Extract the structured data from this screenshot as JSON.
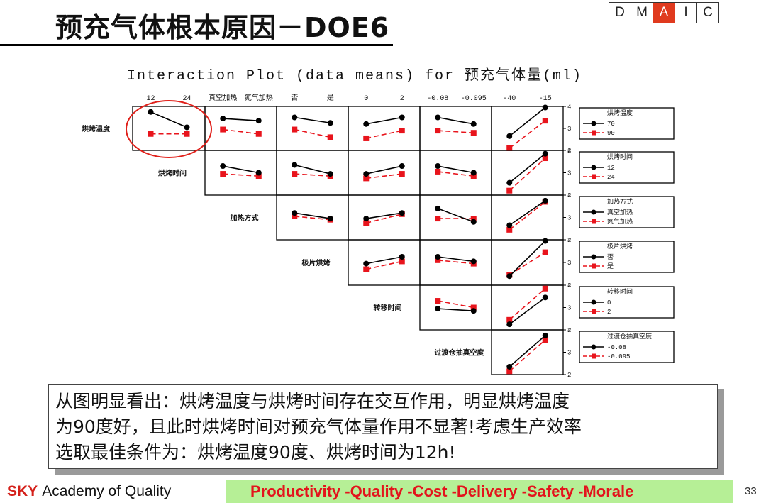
{
  "title": "预充气体根本原因－DOE6",
  "dmaic": {
    "letters": [
      "D",
      "M",
      "A",
      "I",
      "C"
    ],
    "active": "A"
  },
  "plot": {
    "title": "Interaction Plot (data means) for 预充气体量(ml)",
    "factors": [
      {
        "name": "烘烤温度",
        "levels": [
          "70",
          "90"
        ],
        "legend_title": "烘烤温度"
      },
      {
        "name": "烘烤时间",
        "levels": [
          "12",
          "24"
        ],
        "legend_title": "烘烤时间"
      },
      {
        "name": "加热方式",
        "levels": [
          "真空加热",
          "氮气加热"
        ],
        "legend_title": "加热方式"
      },
      {
        "name": "极片烘烤",
        "levels": [
          "否",
          "是"
        ],
        "legend_title": "极片烘烤"
      },
      {
        "name": "转移时间",
        "levels": [
          "0",
          "2"
        ],
        "legend_title": "转移时间"
      },
      {
        "name": "过渡仓抽真空度",
        "levels": [
          "-0.08",
          "-0.095"
        ],
        "legend_title": "过渡仓抽真空度"
      }
    ],
    "top_levels": [
      [
        "12",
        "24"
      ],
      [
        "真空加热",
        "氮气加热"
      ],
      [
        "否",
        "是"
      ],
      [
        "0",
        "2"
      ],
      [
        "-0.08",
        "-0.095"
      ],
      [
        "-40",
        "-15"
      ]
    ],
    "y_ticks": [
      "2",
      "3",
      "4"
    ],
    "series_colors": [
      "#000000",
      "#e8141c"
    ],
    "highlight": "烘烤温度 × 烘烤时间",
    "panels": [
      {
        "row": 0,
        "col": 0,
        "a": [
          3.75,
          3.05
        ],
        "b": [
          2.75,
          2.75
        ]
      },
      {
        "row": 0,
        "col": 1,
        "a": [
          3.45,
          3.35
        ],
        "b": [
          2.95,
          2.75
        ]
      },
      {
        "row": 0,
        "col": 2,
        "a": [
          3.5,
          3.25
        ],
        "b": [
          2.95,
          2.6
        ]
      },
      {
        "row": 0,
        "col": 3,
        "a": [
          3.2,
          3.5
        ],
        "b": [
          2.55,
          2.9
        ]
      },
      {
        "row": 0,
        "col": 4,
        "a": [
          3.5,
          3.2
        ],
        "b": [
          2.9,
          2.8
        ]
      },
      {
        "row": 0,
        "col": 5,
        "a": [
          2.65,
          3.95
        ],
        "b": [
          2.1,
          3.35
        ]
      },
      {
        "row": 1,
        "col": 1,
        "a": [
          3.3,
          3.0
        ],
        "b": [
          2.95,
          2.85
        ]
      },
      {
        "row": 1,
        "col": 2,
        "a": [
          3.35,
          2.95
        ],
        "b": [
          2.95,
          2.85
        ]
      },
      {
        "row": 1,
        "col": 3,
        "a": [
          2.95,
          3.3
        ],
        "b": [
          2.75,
          2.95
        ]
      },
      {
        "row": 1,
        "col": 4,
        "a": [
          3.3,
          3.0
        ],
        "b": [
          3.05,
          2.85
        ]
      },
      {
        "row": 1,
        "col": 5,
        "a": [
          2.55,
          3.85
        ],
        "b": [
          2.2,
          3.65
        ]
      },
      {
        "row": 2,
        "col": 2,
        "a": [
          3.2,
          2.95
        ],
        "b": [
          3.05,
          2.9
        ]
      },
      {
        "row": 2,
        "col": 3,
        "a": [
          2.95,
          3.2
        ],
        "b": [
          2.75,
          3.15
        ]
      },
      {
        "row": 2,
        "col": 4,
        "a": [
          3.4,
          2.8
        ],
        "b": [
          2.95,
          2.95
        ]
      },
      {
        "row": 2,
        "col": 5,
        "a": [
          2.65,
          3.75
        ],
        "b": [
          2.45,
          3.7
        ]
      },
      {
        "row": 3,
        "col": 3,
        "a": [
          2.95,
          3.25
        ],
        "b": [
          2.7,
          3.05
        ]
      },
      {
        "row": 3,
        "col": 4,
        "a": [
          3.25,
          3.05
        ],
        "b": [
          3.1,
          2.95
        ]
      },
      {
        "row": 3,
        "col": 5,
        "a": [
          2.4,
          3.95
        ],
        "b": [
          2.45,
          3.45
        ]
      },
      {
        "row": 4,
        "col": 4,
        "a": [
          2.95,
          2.85
        ],
        "b": [
          3.3,
          3.0
        ]
      },
      {
        "row": 4,
        "col": 5,
        "a": [
          2.25,
          3.45
        ],
        "b": [
          2.45,
          3.85
        ]
      },
      {
        "row": 5,
        "col": 5,
        "a": [
          2.35,
          3.75
        ],
        "b": [
          2.15,
          3.55
        ]
      }
    ]
  },
  "note": {
    "lines": [
      "从图明显看出：烘烤温度与烘烤时间存在交互作用，明显烘烤温度",
      "为90度好，且此时烘烤时间对预充气体量作用不显著!考虑生产效率",
      "选取最佳条件为：烘烤温度90度、烘烤时间为12h!"
    ]
  },
  "footer": {
    "sky": "SKY",
    "academy": "Academy of Quality",
    "pqcdsm": "Productivity -Quality -Cost -Delivery -Safety -Morale",
    "page_number": "33"
  }
}
